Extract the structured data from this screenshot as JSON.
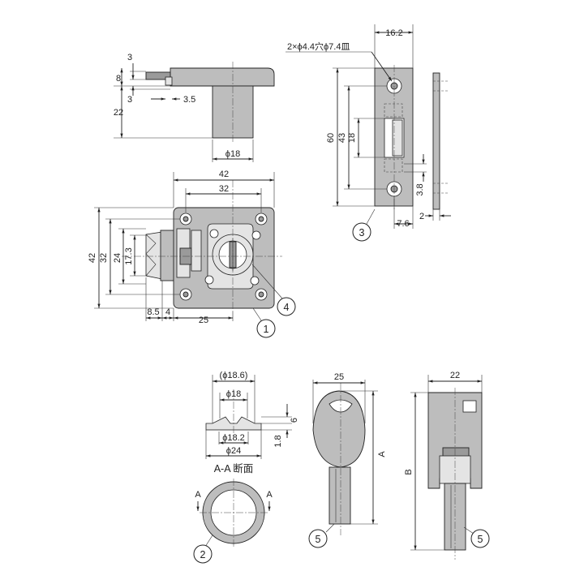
{
  "callouts": {
    "c1": "1",
    "c2": "2",
    "c3": "3",
    "c4": "4",
    "c5a": "5",
    "c5b": "5"
  },
  "side_view": {
    "d3_top": "3",
    "d8": "8",
    "d22": "22",
    "d3_bot": "3",
    "d3_5": "3.5",
    "d18": "ϕ18"
  },
  "front_view": {
    "d42_w": "42",
    "d32_w": "32",
    "d42_h": "42",
    "d32_h": "32",
    "d24_h": "24",
    "d17_3": "17.3",
    "d8_5": "8.5",
    "d4": "4",
    "d25": "25"
  },
  "strike": {
    "hole_note": "2×ϕ4.4穴ϕ7.4皿",
    "d16_2": "16.2",
    "d60": "60",
    "d43": "43",
    "d18": "18",
    "d3_8": "3.8",
    "d7_6": "7.6",
    "d2": "2"
  },
  "ring": {
    "d18_6": "(ϕ18.6)",
    "d18": "ϕ18",
    "d6": "6",
    "d1_8": "1.8",
    "d18_2": "ϕ18.2",
    "d24": "ϕ24",
    "section": "A-A 断面",
    "markA1": "A",
    "markA2": "A"
  },
  "key": {
    "d25": "25",
    "dimA": "A",
    "d22": "22",
    "dimB": "B"
  }
}
